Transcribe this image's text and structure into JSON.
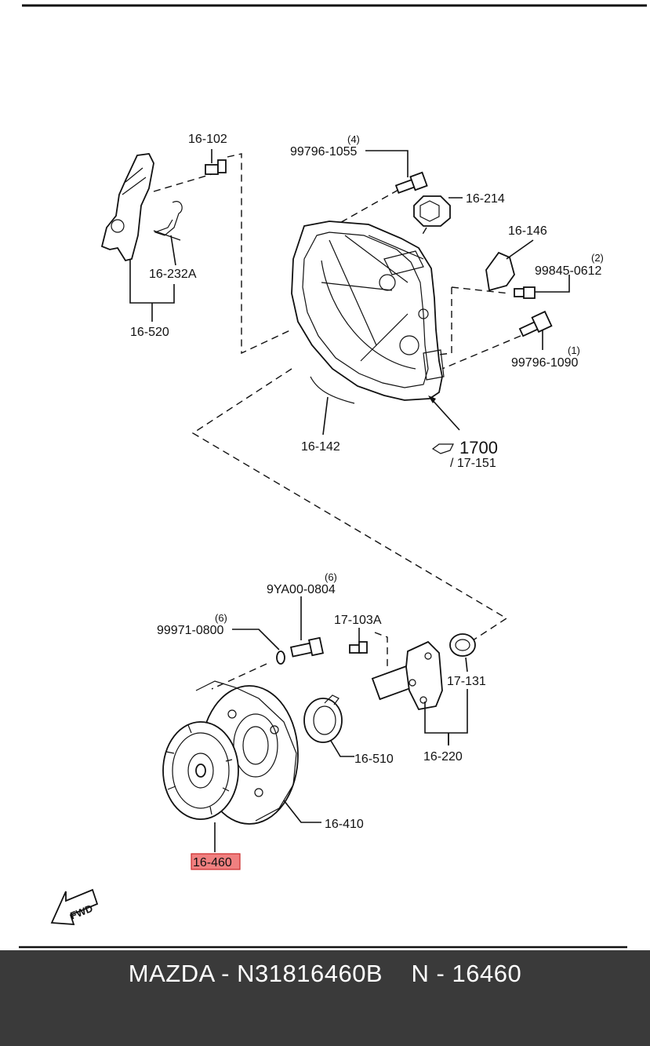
{
  "diagram": {
    "labels": {
      "p16_102": "16-102",
      "p99796_1055": "99796-1055",
      "p99796_1055_qty": "(4)",
      "p16_214": "16-214",
      "p16_146": "16-146",
      "p99845_0612": "99845-0612",
      "p99845_0612_qty": "(2)",
      "p16_232A": "16-232A",
      "p16_520": "16-520",
      "p99796_1090": "99796-1090",
      "p99796_1090_qty": "(1)",
      "p16_142": "16-142",
      "ref_1700": "1700",
      "ref_17_151": "/ 17-151",
      "p9YA00_0804": "9YA00-0804",
      "p9YA00_0804_qty": "(6)",
      "p99971_0800": "99971-0800",
      "p99971_0800_qty": "(6)",
      "p17_103A": "17-103A",
      "p17_131": "17-131",
      "p16_510": "16-510",
      "p16_220": "16-220",
      "p16_410": "16-410",
      "p16_460": "16-460",
      "fwd": "FWD"
    },
    "highlight_color": "#f08080"
  },
  "footer": {
    "text": "MAZDA - N31816460B    N - 16460"
  }
}
